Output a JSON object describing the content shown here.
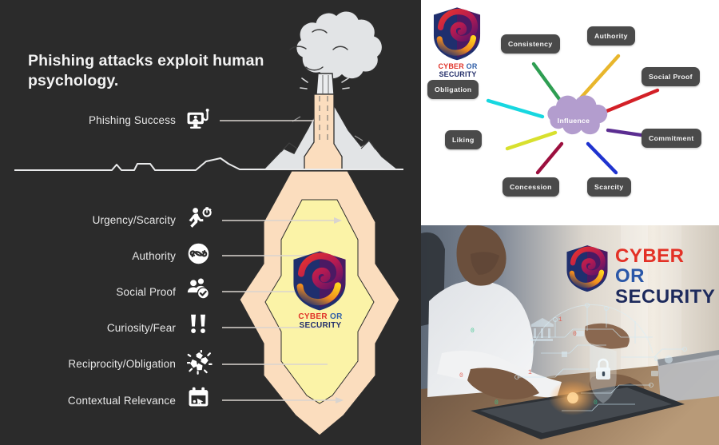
{
  "left": {
    "headline": "Phishing attacks exploit human psychology.",
    "top_item": {
      "label": "Phishing Success",
      "icon": "monitor-phishing-hook-icon"
    },
    "factors": [
      {
        "label": "Urgency/Scarcity",
        "icon": "running-person-stopwatch-icon"
      },
      {
        "label": "Authority",
        "icon": "authority-badge-icon"
      },
      {
        "label": "Social Proof",
        "icon": "people-check-icon"
      },
      {
        "label": "Curiosity/Fear",
        "icon": "double-exclamation-icon"
      },
      {
        "label": "Reciprocity/Obligation",
        "icon": "handshake-gears-icon"
      },
      {
        "label": "Contextual Relevance",
        "icon": "calendar-click-icon"
      }
    ],
    "background_color": "#2b2b2b",
    "text_color": "#e8e8e8"
  },
  "mindmap": {
    "center": "Influence",
    "center_color": "#b39dce",
    "logo": {
      "line1_a": "CYBER",
      "line1_b": "OR",
      "line2": "SECURITY"
    },
    "nodes": [
      {
        "label": "Consistency",
        "line_color": "#2e9e52"
      },
      {
        "label": "Authority",
        "line_color": "#e8b62c"
      },
      {
        "label": "Social Proof",
        "line_color": "#d32027"
      },
      {
        "label": "Commitment",
        "line_color": "#5b2d91"
      },
      {
        "label": "Scarcity",
        "line_color": "#1f33cf"
      },
      {
        "label": "Concession",
        "line_color": "#9c0f3e"
      },
      {
        "label": "Liking",
        "line_color": "#d8e02e"
      },
      {
        "label": "Obligation",
        "line_color": "#17d7e0"
      }
    ],
    "box_color": "#4a4a4a",
    "background_color": "#ffffff"
  },
  "photo": {
    "logo": {
      "line1_a": "CYBER",
      "line1_b": "OR",
      "line2": "SECURITY"
    },
    "scene": "person-typing-on-laptop-with-cyber-security-hologram"
  },
  "funnel": {
    "logo": {
      "line1_a": "CYBER",
      "line1_b": "OR",
      "line2": "SECURITY"
    }
  },
  "brand": {
    "red": "#e33126",
    "blue": "#2a57a8",
    "navy": "#1d2a5c",
    "orange": "#f5a31a",
    "magenta": "#7d1050"
  }
}
